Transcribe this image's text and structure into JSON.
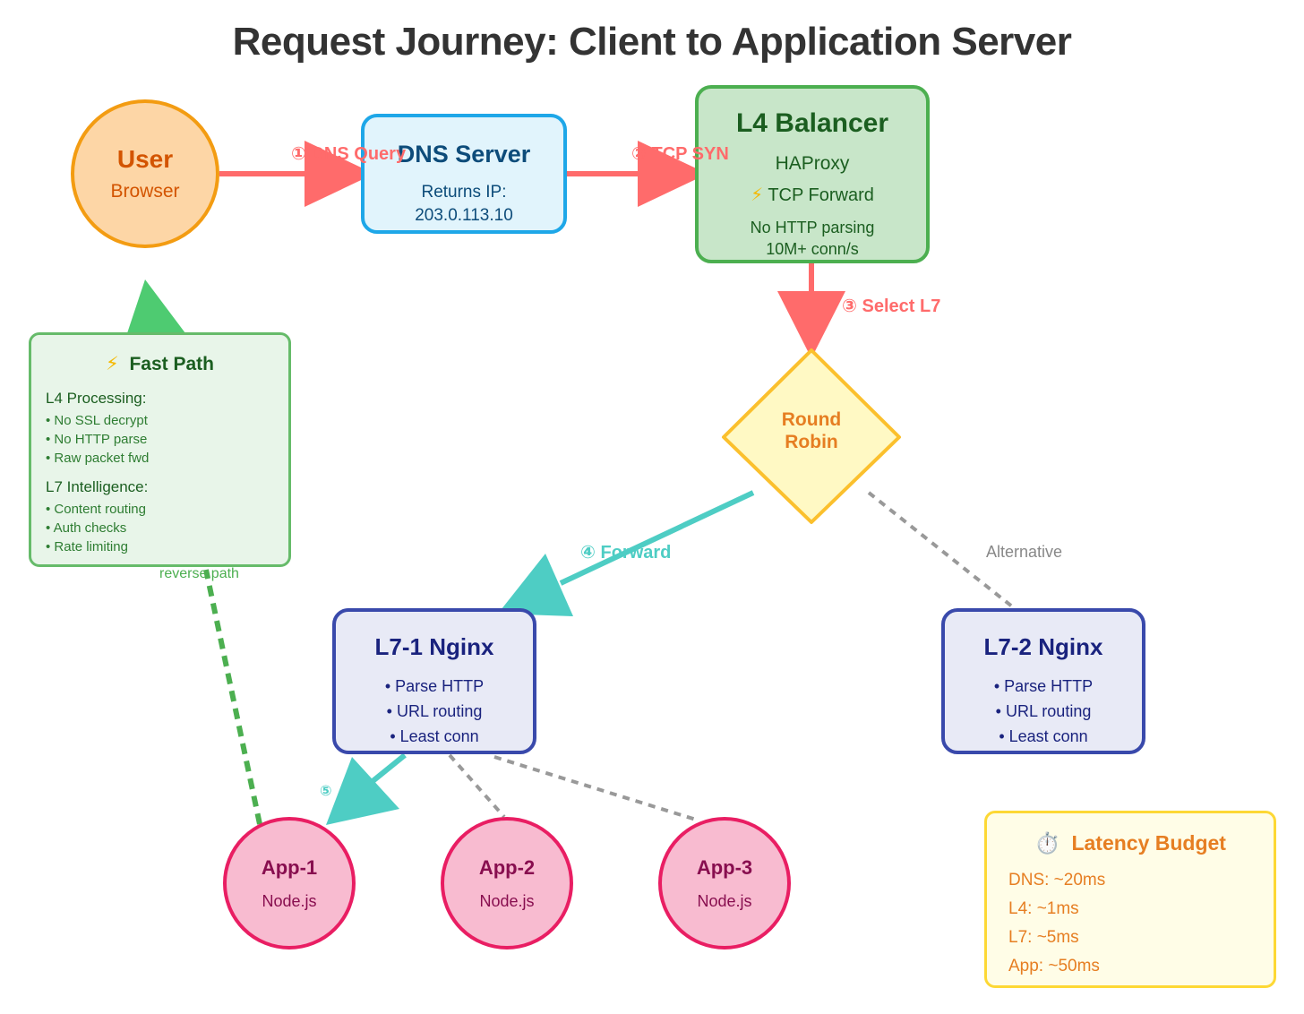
{
  "title": "Request Journey: Client to Application Server",
  "user": {
    "name": "User",
    "sub": "Browser"
  },
  "dns": {
    "name": "DNS Server",
    "line1": "Returns IP:",
    "line2": "203.0.113.10"
  },
  "l4": {
    "name": "L4 Balancer",
    "line1": "HAProxy",
    "bolt": "⚡",
    "line2": "TCP Forward",
    "line3": "No HTTP parsing",
    "line4": "10M+ conn/s"
  },
  "roundrobin": {
    "line1": "Round",
    "line2": "Robin"
  },
  "nginx1": {
    "name": "L7-1 Nginx",
    "items": [
      "• Parse HTTP",
      "• URL routing",
      "• Least conn"
    ]
  },
  "nginx2": {
    "name": "L7-2 Nginx",
    "items": [
      "• Parse HTTP",
      "• URL routing",
      "• Least conn"
    ]
  },
  "apps": [
    {
      "name": "App-1",
      "sub": "Node.js"
    },
    {
      "name": "App-2",
      "sub": "Node.js"
    },
    {
      "name": "App-3",
      "sub": "Node.js"
    }
  ],
  "fastpath": {
    "icon": "⚡",
    "title": "Fast Path",
    "l4_heading": "L4 Processing:",
    "l4_items": [
      "• No SSL decrypt",
      "• No HTTP parse",
      "• Raw packet fwd"
    ],
    "l7_heading": "L7 Intelligence:",
    "l7_items": [
      "• Content routing",
      "• Auth checks",
      "• Rate limiting"
    ]
  },
  "latency": {
    "icon": "⏱️",
    "title": "Latency Budget",
    "rows": [
      "DNS: ~20ms",
      "L4: ~1ms",
      "L7: ~5ms",
      "App: ~50ms"
    ]
  },
  "edges": {
    "dns_query": "① DNS Query",
    "tcp_syn": "② TCP SYN",
    "select_l7": "③ Select L7",
    "forward": "④ Forward",
    "step5": "⑤",
    "reverse": "reverse path",
    "alternative": "Alternative"
  },
  "colors": {
    "request_arrow": "#ff6b6b",
    "forward_arrow": "#4ecdc4",
    "return_arrow": "#4ecdc4",
    "reverse_path": "#4caf50",
    "inactive": "#999999"
  }
}
